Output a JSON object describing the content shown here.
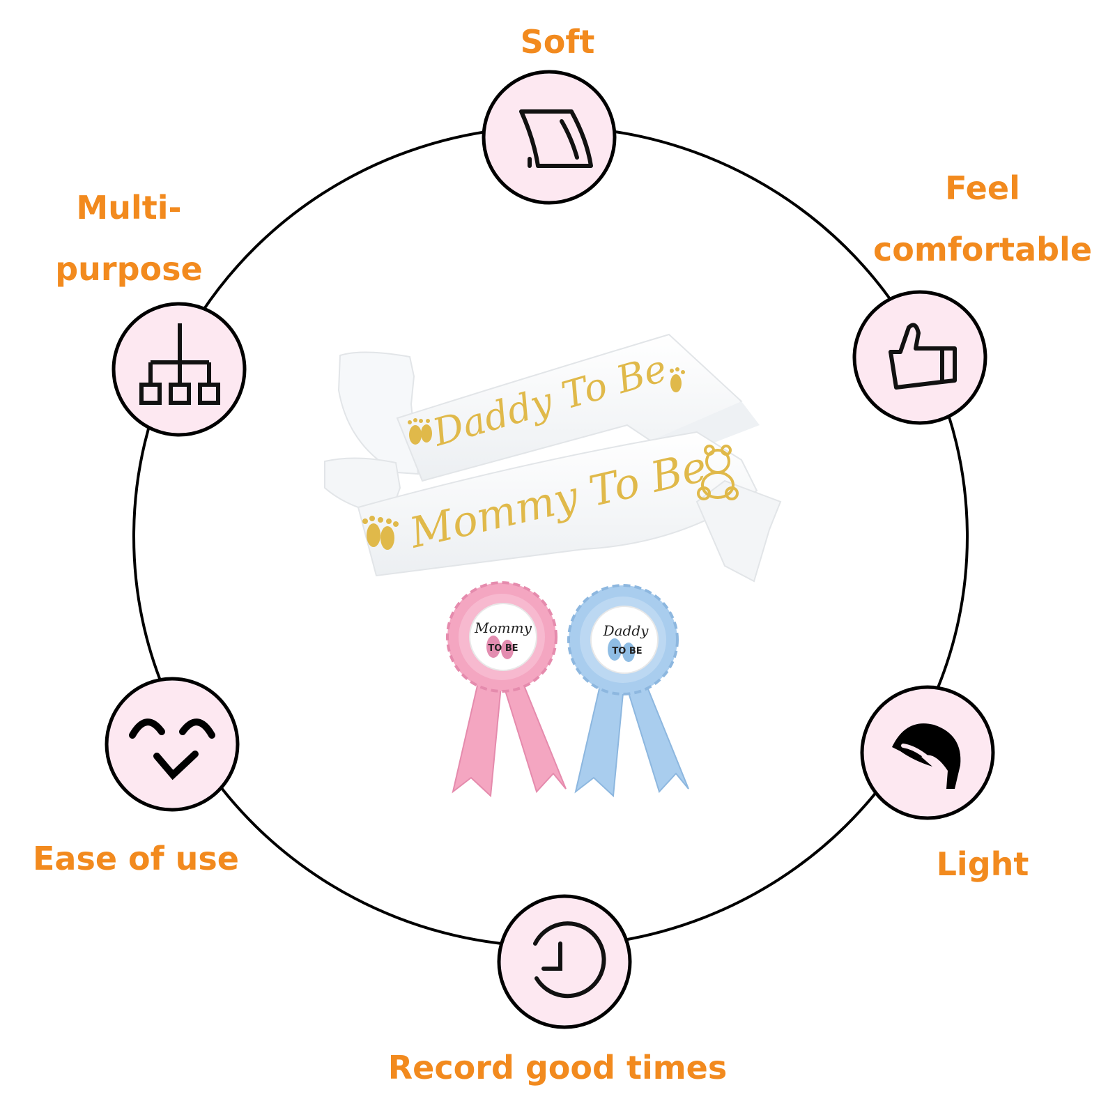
{
  "features": [
    {
      "id": "soft",
      "label": "Soft",
      "icon": "fabric-icon"
    },
    {
      "id": "feel-comfortable",
      "label": "Feel\ncomfortable",
      "icon": "thumbs-up-icon"
    },
    {
      "id": "light",
      "label": "Light",
      "icon": "leaf-icon"
    },
    {
      "id": "record-good-times",
      "label": "Record good times",
      "icon": "clock-icon"
    },
    {
      "id": "ease-of-use",
      "label": "Ease of use",
      "icon": "smiley-face-icon"
    },
    {
      "id": "multi-purpose",
      "label": "Multi-\npurpose",
      "icon": "hierarchy-icon"
    }
  ],
  "product": {
    "sash_daddy": "Daddy To Be",
    "sash_mommy": "Mommy To Be",
    "badge_mommy": {
      "script": "Mommy",
      "sub": "TO BE"
    },
    "badge_daddy": {
      "script": "Daddy",
      "sub": "TO BE"
    }
  },
  "colors": {
    "label_orange": "#f28a1e",
    "icon_circle_fill": "#fde8f1",
    "outline": "#000000",
    "sash_gold": "#e0b94a",
    "badge_pink": "#f4a6c1",
    "badge_blue": "#a9cdee"
  }
}
